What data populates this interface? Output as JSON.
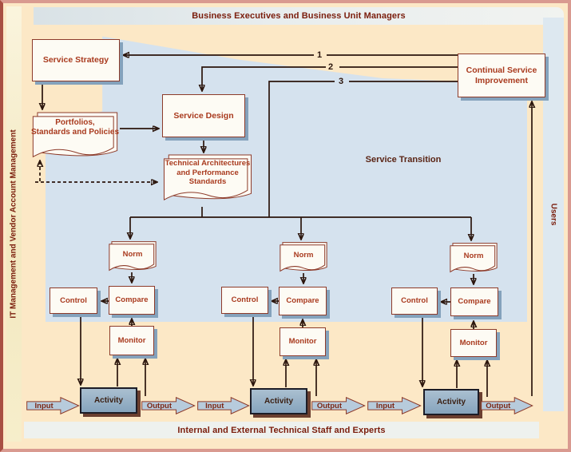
{
  "banners": {
    "top": "Business Executives and Business Unit Managers",
    "bottom": "Internal and External Technical Staff and Experts",
    "left": "IT Management and Vendor Account Management",
    "right": "Users"
  },
  "region_label": "Service Transition",
  "nodes": {
    "service_strategy": "Service Strategy",
    "portfolios": "Portfolios,\nStandards and Policies",
    "service_design": "Service Design",
    "tech_arch": "Technical Architectures\nand Performance\nStandards",
    "csi": "Continual Service\nImprovement",
    "norm": "Norm",
    "control": "Control",
    "compare": "Compare",
    "monitor": "Monitor",
    "activity": "Activity",
    "input": "Input",
    "output": "Output"
  },
  "line_labels": {
    "l1": "1",
    "l2": "2",
    "l3": "3"
  },
  "colors": {
    "background": "#fce8c6",
    "band_blue": "#e3eaec",
    "band_yellow": "#f6edc9",
    "band_right": "#dde8f0",
    "panel": "#d5e2ee",
    "box_bg": "#fdfbf4",
    "box_border": "#8d3b2a",
    "box_shadow": "#84a2bc",
    "label_red": "#a93a1e",
    "dark_line": "#2b150c",
    "banner_text": "#7a1d0c",
    "arrow_fill": "#b7cbdc",
    "arrow_text": "#7c2715",
    "activity_top": "#aabfd0",
    "activity_bottom": "#86a4bd",
    "transition_label": "#5a2414"
  }
}
